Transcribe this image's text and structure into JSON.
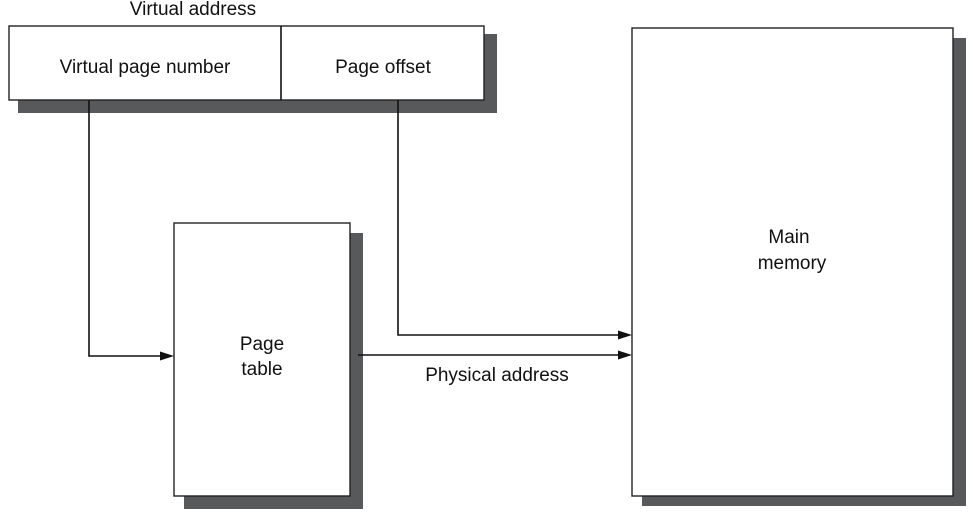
{
  "virtual_address": {
    "title": "Virtual address",
    "fields": [
      {
        "label": "Virtual page number"
      },
      {
        "label": "Page offset"
      }
    ]
  },
  "page_table": {
    "lines": [
      "Page",
      "table"
    ]
  },
  "main_memory": {
    "lines": [
      "Main",
      "memory"
    ]
  },
  "connections": {
    "physical_address_label": "Physical address"
  },
  "colors": {
    "shadow": "#58595b",
    "stroke": "#222222",
    "text": "#111111"
  }
}
